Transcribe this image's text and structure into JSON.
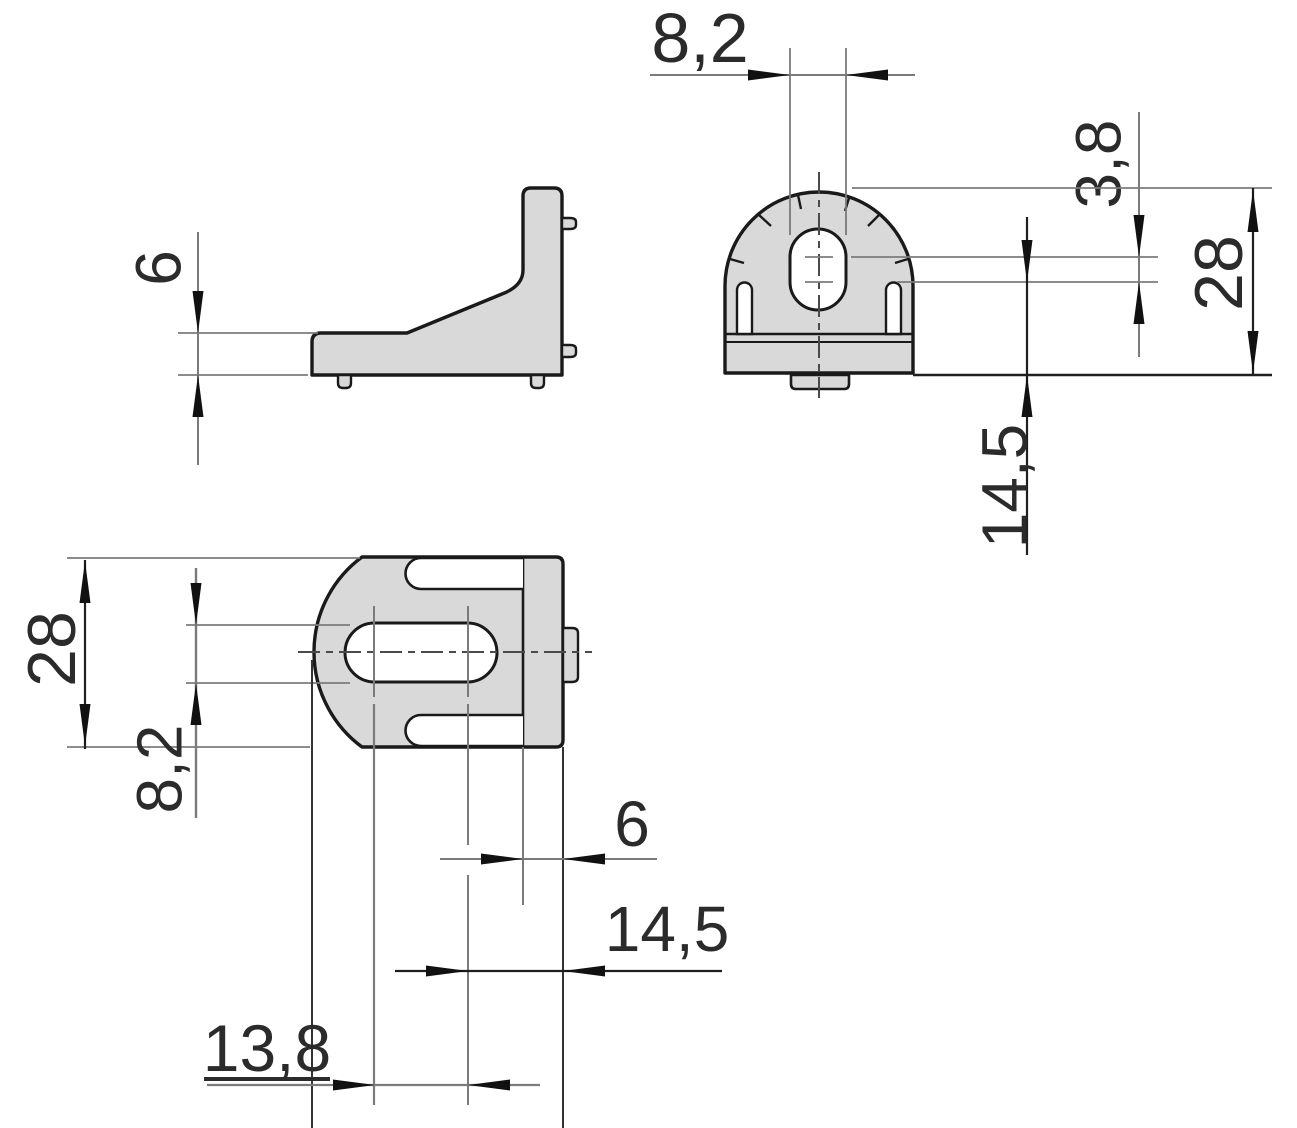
{
  "drawing": {
    "kind": "technical-drawing",
    "subject": "angle-bracket shown in three orthographic views (side view, front view, top view)",
    "units_style": "decimal comma (DIN)",
    "dimensions": {
      "front_slot_width": {
        "value": "8,2",
        "orientation": "horizontal",
        "location": "top of front view"
      },
      "front_slot_center_dist": {
        "value": "3,8",
        "orientation": "vertical",
        "location": "right of front view"
      },
      "front_height": {
        "value": "28",
        "orientation": "vertical",
        "location": "far right of front view"
      },
      "front_center_to_bottom": {
        "value": "14,5",
        "orientation": "vertical",
        "location": "below right of front view"
      },
      "side_base_thickness": {
        "value": "6",
        "orientation": "vertical",
        "location": "left of side view"
      },
      "top_height": {
        "value": "28",
        "orientation": "vertical",
        "location": "left of top view"
      },
      "top_slot_width": {
        "value": "8,2",
        "orientation": "vertical",
        "location": "lower left of top view"
      },
      "top_leg_thickness": {
        "value": "6",
        "orientation": "horizontal",
        "location": "below top view"
      },
      "top_slot_end_to_edge": {
        "value": "14,5",
        "orientation": "horizontal",
        "location": "below top view"
      },
      "top_slot_center_spacing": {
        "value": "13,8",
        "orientation": "horizontal",
        "location": "bottom of drawing",
        "underlined": true
      }
    },
    "colors": {
      "background": "#ffffff",
      "part_fill": "#d9d9d9",
      "part_outline": "#1a1a1a",
      "dim_line_gray": "#7b7b7b",
      "dim_line_dark": "#1f1f1f",
      "centerline": "#4a4a4a",
      "text": "#2b2b2b"
    }
  }
}
